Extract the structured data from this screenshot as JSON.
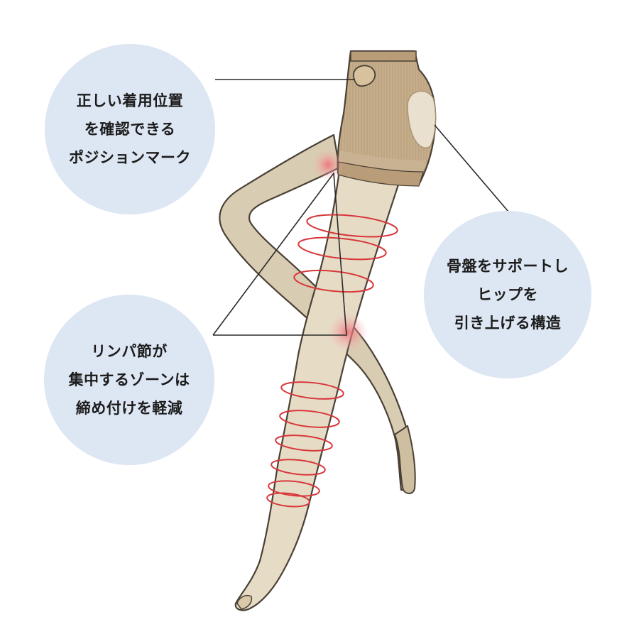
{
  "colors": {
    "callout_bg": "#dde6f3",
    "callout_text": "#1c1c1c",
    "leader_line": "#2a2a2a",
    "leg_fill": "#e6dcc6",
    "leg_fill_back": "#d8ccb2",
    "leg_outline": "#4a4036",
    "panty_fill": "#c6ae8c",
    "panty_dark": "#a88f6e",
    "band_fill": "#b99d79",
    "hip_patch": "#e9e0cf",
    "compression_ring": "#d8373a",
    "pressure_point": "#f06a72"
  },
  "callouts": {
    "position_mark": {
      "lines": [
        "正しい着用位置",
        "を確認できる",
        "ポジションマーク"
      ]
    },
    "hip_support": {
      "lines": [
        "骨盤をサポートし",
        "ヒップを",
        "引き上げる構造"
      ]
    },
    "lymph_zone": {
      "lines": [
        "リンパ節が",
        "集中するゾーンは",
        "締め付けを軽減"
      ]
    }
  },
  "illustration": {
    "subject": "compression-tights",
    "compression_ring_count": 9,
    "pressure_point_count": 2
  }
}
